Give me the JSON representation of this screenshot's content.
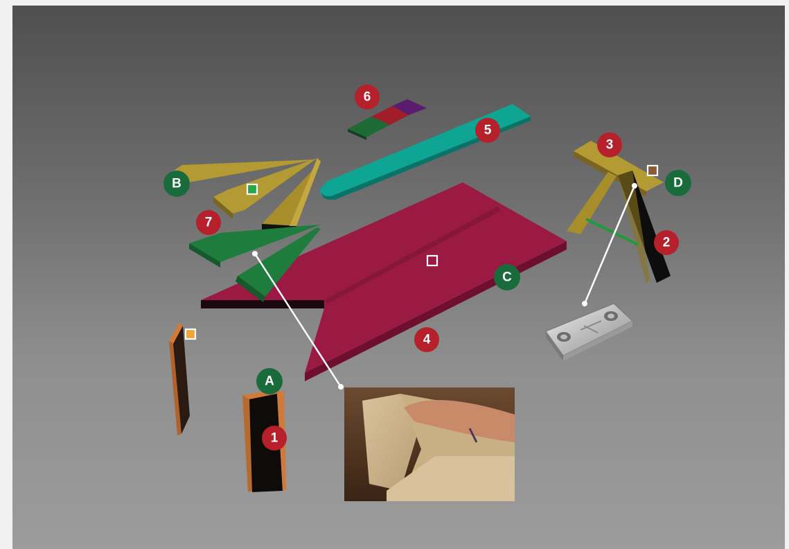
{
  "colors": {
    "part_marker": "#b5202a",
    "joint_marker": "#1a6b3c",
    "base_panel": "#9a1a44",
    "teal_strip": "#0fa594",
    "gold_parts": "#b39a32",
    "green_parts": "#1e7c3c",
    "leader_line": "#ffffff"
  },
  "part_markers": [
    {
      "id": "part-1",
      "label": "1"
    },
    {
      "id": "part-2",
      "label": "2"
    },
    {
      "id": "part-3",
      "label": "3"
    },
    {
      "id": "part-4",
      "label": "4"
    },
    {
      "id": "part-5",
      "label": "5"
    },
    {
      "id": "part-6",
      "label": "6"
    },
    {
      "id": "part-7",
      "label": "7"
    }
  ],
  "joint_markers": [
    {
      "id": "joint-a",
      "label": "A"
    },
    {
      "id": "joint-b",
      "label": "B"
    },
    {
      "id": "joint-c",
      "label": "C"
    },
    {
      "id": "joint-d",
      "label": "D"
    }
  ],
  "callouts": [
    {
      "id": "hand-press-photo",
      "icon": "hand-pressing-wood-photo"
    },
    {
      "id": "metal-plate-photo",
      "icon": "mending-plate-icon"
    }
  ]
}
